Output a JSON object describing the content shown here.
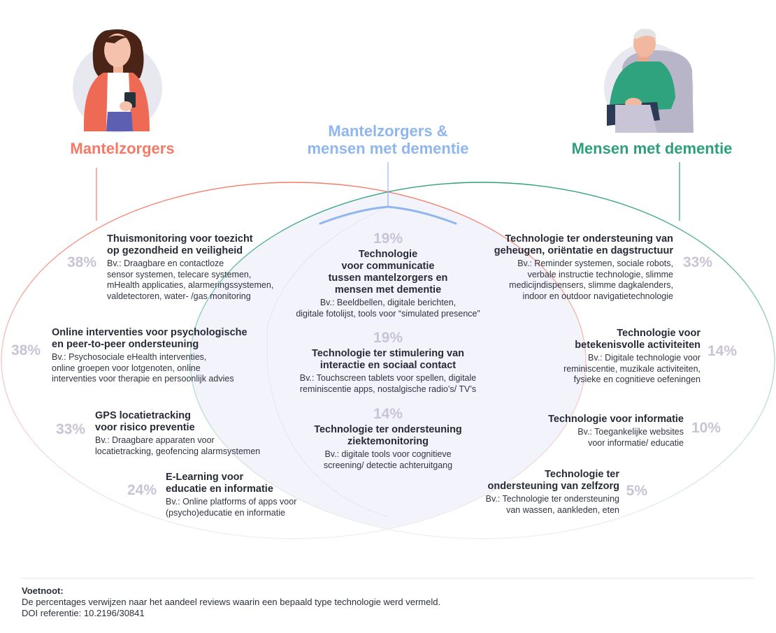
{
  "colors": {
    "caregiver": "#f47a67",
    "shared": "#8fb6ef",
    "patient": "#2e9f7d",
    "percent": "#c9c3d6",
    "overlap_fill": "#f3f3fb"
  },
  "headers": {
    "caregivers": "Mantelzorgers",
    "shared_line1": "Mantelzorgers &",
    "shared_line2": "mensen met dementie",
    "patients": "Mensen met dementie"
  },
  "illustrations": {
    "caregiver": "woman-with-phone-illustration",
    "patient": "elderly-man-in-armchair-illustration"
  },
  "caregivers": [
    {
      "pct": "38%",
      "title1": "Thuismonitoring voor toezicht",
      "title2": "op gezondheid en veiligheid",
      "desc": [
        "Bv.: Draagbare en contactloze",
        "sensor systemen, telecare systemen,",
        "mHealth applicaties, alarmeringssystemen,",
        "valdetectoren, water- /gas monitoring"
      ]
    },
    {
      "pct": "38%",
      "title1": "Online interventies voor psychologische",
      "title2": "en peer-to-peer ondersteuning",
      "desc": [
        "Bv.: Psychosociale eHealth interventies,",
        "online groepen voor lotgenoten, online",
        "interventies voor therapie en persoonlijk advies"
      ]
    },
    {
      "pct": "33%",
      "title1": "GPS locatietracking",
      "title2": "voor risico preventie",
      "desc": [
        "Bv.: Draagbare apparaten voor",
        "locatietracking, geofencing alarmsystemen"
      ]
    },
    {
      "pct": "24%",
      "title1": "E-Learning voor",
      "title2": "educatie en informatie",
      "desc": [
        "Bv.: Online platforms of apps voor",
        "(psycho)educatie en informatie"
      ]
    }
  ],
  "shared": [
    {
      "pct": "19%",
      "title": [
        "Technologie",
        "voor communicatie",
        "tussen mantelzorgers en",
        "mensen met dementie"
      ],
      "desc": [
        "Bv.: Beeldbellen, digitale berichten,",
        "digitale fotolijst, tools voor “simulated presence”"
      ]
    },
    {
      "pct": "19%",
      "title": [
        "Technologie ter stimulering van",
        "interactie en sociaal contact"
      ],
      "desc": [
        "Bv.: Touchscreen tablets voor spellen, digitale",
        "reminiscentie apps, nostalgische radio’s/ TV’s"
      ]
    },
    {
      "pct": "14%",
      "title": [
        "Technologie ter ondersteuning",
        "ziektemonitoring"
      ],
      "desc": [
        "Bv.: digitale tools voor cognitieve",
        "screening/ detectie achteruitgang"
      ]
    }
  ],
  "patients": [
    {
      "pct": "33%",
      "title": [
        "Technologie ter ondersteuning van",
        "geheugen, oriëntatie en dagstructuur"
      ],
      "desc": [
        "Bv.: Reminder systemen, sociale robots,",
        "verbale instructie technologie, slimme",
        "medicijndispensers, slimme dagkalenders,",
        "indoor en outdoor navigatietechnologie"
      ]
    },
    {
      "pct": "14%",
      "title": [
        "Technologie voor",
        "betekenisvolle activiteiten"
      ],
      "desc": [
        "Bv.: Digitale technologie voor",
        "reminiscentie, muzikale activiteiten,",
        "fysieke en cognitieve oefeningen"
      ]
    },
    {
      "pct": "10%",
      "title": [
        "Technologie voor informatie"
      ],
      "desc": [
        "Bv.: Toegankelijke websites",
        "voor informatie/ educatie"
      ]
    },
    {
      "pct": "5%",
      "title": [
        "Technologie ter",
        "ondersteuning van zelfzorg"
      ],
      "desc": [
        "Bv.: Technologie ter ondersteuning",
        "van wassen, aankleden, eten"
      ]
    }
  ],
  "footnote": {
    "title": "Voetnoot:",
    "line1": "De percentages verwijzen naar het aandeel reviews waarin een bepaald type technologie werd vermeld.",
    "line2": "DOI referentie: 10.2196/30841"
  }
}
